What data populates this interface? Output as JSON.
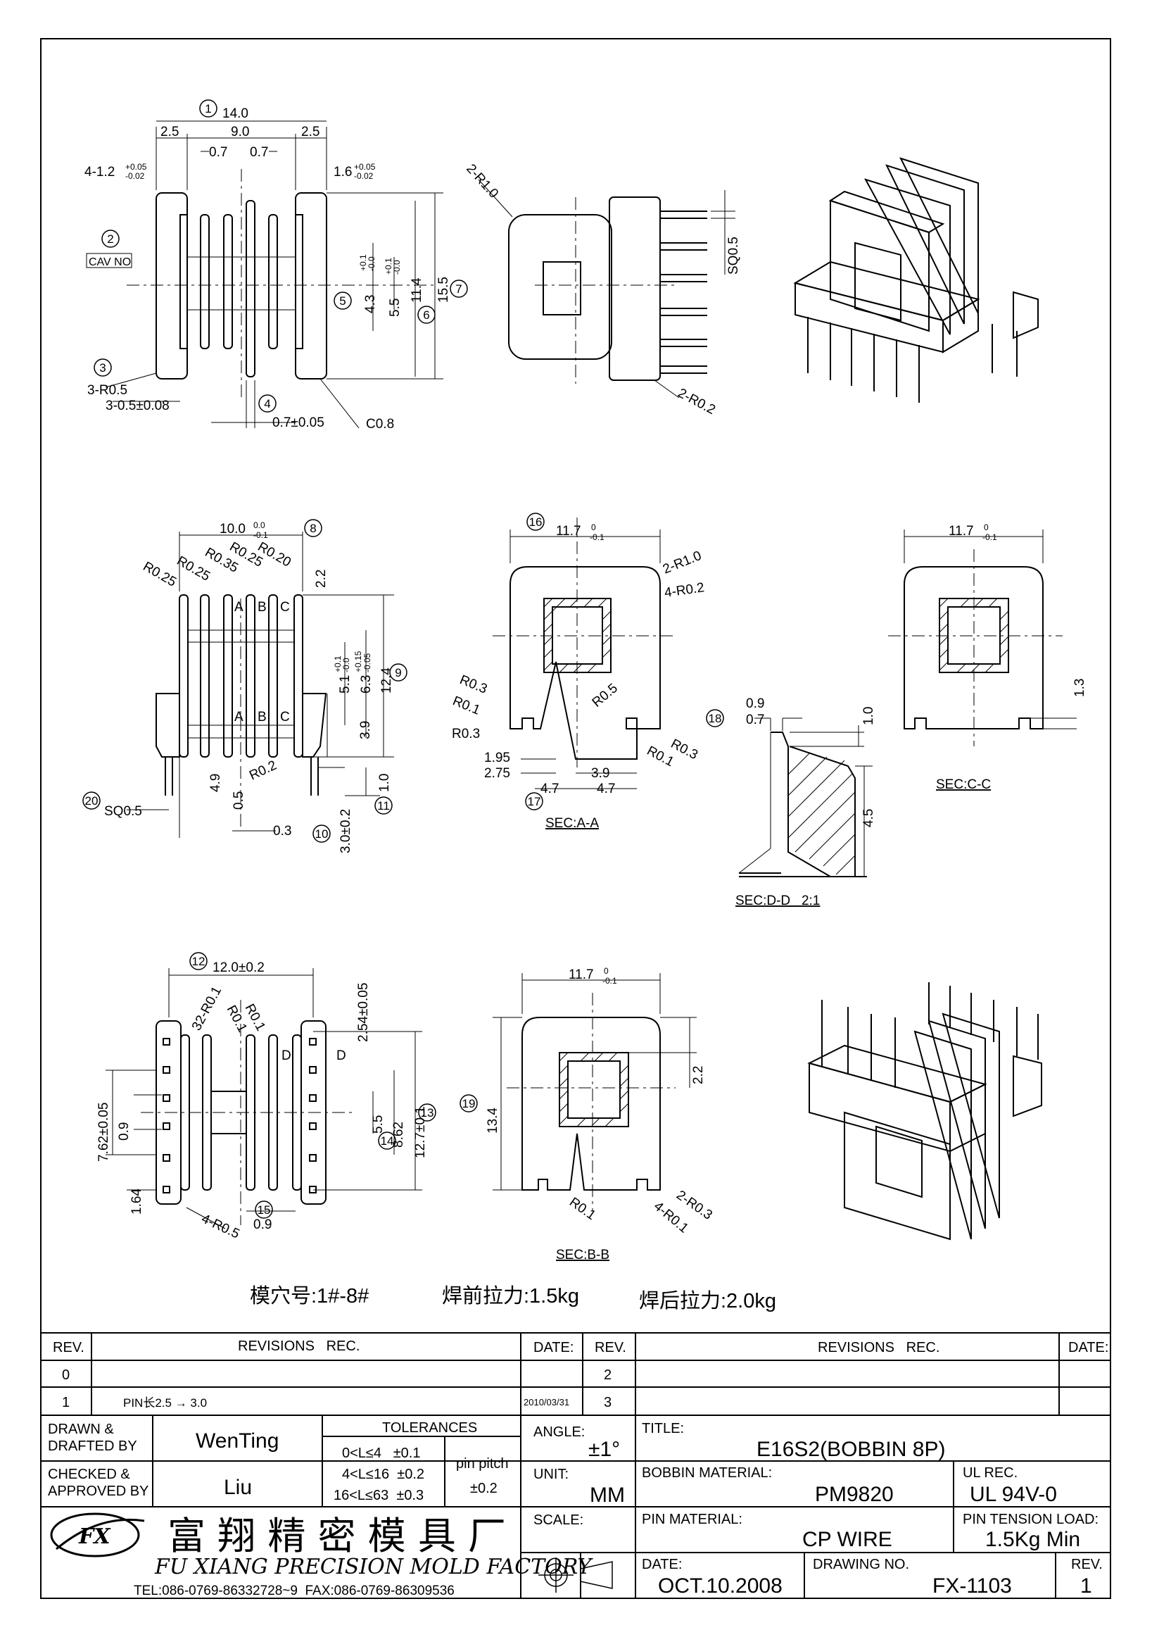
{
  "balloons": [
    "1",
    "2",
    "3",
    "4",
    "5",
    "6",
    "7",
    "8",
    "9",
    "10",
    "11",
    "12",
    "13",
    "14",
    "15",
    "16",
    "17",
    "18",
    "19",
    "20"
  ],
  "views": {
    "top": {
      "dims": [
        "14.0",
        "2.5",
        "9.0",
        "2.5",
        "0.7",
        "0.7",
        "4-1.2",
        "+0.05",
        "-0.02",
        "1.6",
        "+0.05",
        "-0.02",
        "CAV NO",
        "3-R0.5",
        "3-0.5±0.08",
        "0.7±0.05",
        "C0.8",
        "4.3",
        "+0.1",
        "-0.0",
        "5.5",
        "+0.1",
        "-0.0",
        "11.4",
        "15.5"
      ]
    },
    "side": {
      "dims": [
        "2-R1.0",
        "SQ0.5",
        "2-R0.2"
      ]
    },
    "front": {
      "dims": [
        "10.0",
        "0.0",
        "-0.1",
        "R0.25",
        "R0.25",
        "R0.35",
        "R0.25",
        "R0.20",
        "2.2",
        "A",
        "B",
        "C",
        "A",
        "B",
        "C",
        "5.1",
        "+0.1",
        "-0.0",
        "6.3",
        "+0.15",
        "-0.05",
        "12.4",
        "3.9",
        "4.9",
        "0.5",
        "R0.2",
        "1.0",
        "3.0±0.2",
        "0.3",
        "SQ0.5"
      ]
    },
    "sec_a": {
      "dims": [
        "11.7",
        "0",
        "-0.1",
        "2-R1.0",
        "4-R0.2",
        "R0.3",
        "R0.1",
        "R0.3",
        "R0.5",
        "1.95",
        "2.75",
        "3.9",
        "4.7",
        "4.7",
        "R0.1",
        "R0.3"
      ],
      "label": "SEC:A-A"
    },
    "sec_c": {
      "dims": [
        "11.7",
        "0",
        "-0.1",
        "1.3"
      ],
      "label": "SEC:C-C"
    },
    "sec_d": {
      "dims": [
        "0.9",
        "0.7",
        "1.0",
        "4.5"
      ],
      "label": "SEC:D-D   2:1"
    },
    "bottom": {
      "dims": [
        "12.0±0.2",
        "32-R0.1",
        "R0.1",
        "R0.1",
        "D",
        "D",
        "2.54±0.05",
        "7.62±0.05",
        "0.9",
        "5.5",
        "8.62",
        "12.7±0.1",
        "1.64",
        "4-R0.5",
        "0.9"
      ]
    },
    "sec_b": {
      "dims": [
        "11.7",
        "0",
        "-0.1",
        "2.2",
        "13.4",
        "R0.1",
        "4-R0.1",
        "2-R0.3"
      ],
      "label": "SEC:B-B"
    }
  },
  "notes": {
    "cavity": "模穴号:1#-8#",
    "pull_before": "焊前拉力:1.5kg",
    "pull_after": "焊后拉力:2.0kg"
  },
  "title_block": {
    "rev_header": "REV.",
    "revisions_header": "REVISIONS   REC.",
    "date_header": "DATE:",
    "rev_rows": [
      {
        "rev": "0",
        "desc": "",
        "date": "",
        "rev2": "2"
      },
      {
        "rev": "1",
        "desc": "PIN长2.5 → 3.0",
        "date": "2010/03/31",
        "rev2": "3"
      }
    ],
    "drawn_label": "DRAWN &\nDRAFTED BY",
    "drawn_value": "WenTing",
    "checked_label": "CHECKED &\nAPPROVED BY",
    "checked_value": "Liu",
    "tolerances_label": "TOLERANCES",
    "tolerance_rows": [
      "0<L≤4   ±0.1",
      "4<L≤16  ±0.2",
      "16<L≤63  ±0.3"
    ],
    "pin_pitch_label": "pin pitch",
    "pin_pitch_value": "±0.2",
    "angle_label": "ANGLE:",
    "angle_value": "±1°",
    "unit_label": "UNIT:",
    "unit_value": "MM",
    "scale_label": "SCALE:",
    "title_label": "TITLE:",
    "title_value": "E16S2(BOBBIN 8P)",
    "bobbin_material_label": "BOBBIN MATERIAL:",
    "bobbin_material_value": "PM9820",
    "ul_label": "UL REC.",
    "ul_value": "UL 94V-0",
    "pin_material_label": "PIN MATERIAL:",
    "pin_material_value": "CP WIRE",
    "pin_tension_label": "PIN TENSION LOAD:",
    "pin_tension_value": "1.5Kg Min",
    "date_label": "DATE:",
    "date_value": "OCT.10.2008",
    "drawing_no_label": "DRAWING NO.",
    "drawing_no_value": "FX-1103",
    "rev_label": "REV.",
    "rev_value": "1",
    "company_cn": "富 翔 精 密 模 具 厂",
    "company_en": "FU XIANG PRECISION MOLD FACTORY",
    "company_tel": "TEL:086-0769-86332728~9  FAX:086-0769-86309536",
    "logo_text": "FX"
  }
}
